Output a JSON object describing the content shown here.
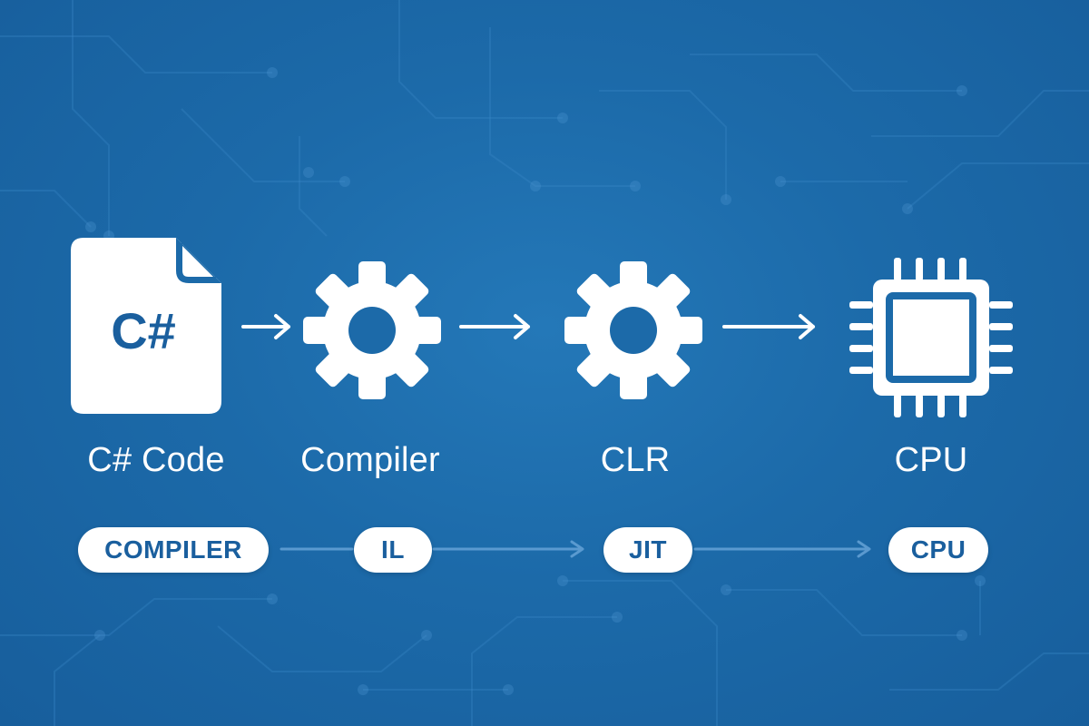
{
  "steps": [
    {
      "label": "C# Code",
      "icon": "csharp-file-icon",
      "icon_text": "C#"
    },
    {
      "label": "Compiler",
      "icon": "gear-icon"
    },
    {
      "label": "CLR",
      "icon": "gear-icon"
    },
    {
      "label": "CPU",
      "icon": "cpu-chip-icon"
    }
  ],
  "pills": [
    "COMPILER",
    "IL",
    "JIT",
    "CPU"
  ],
  "colors": {
    "background": "#1c6aa9",
    "foreground": "#ffffff",
    "pill_text": "#1a5f9e"
  }
}
